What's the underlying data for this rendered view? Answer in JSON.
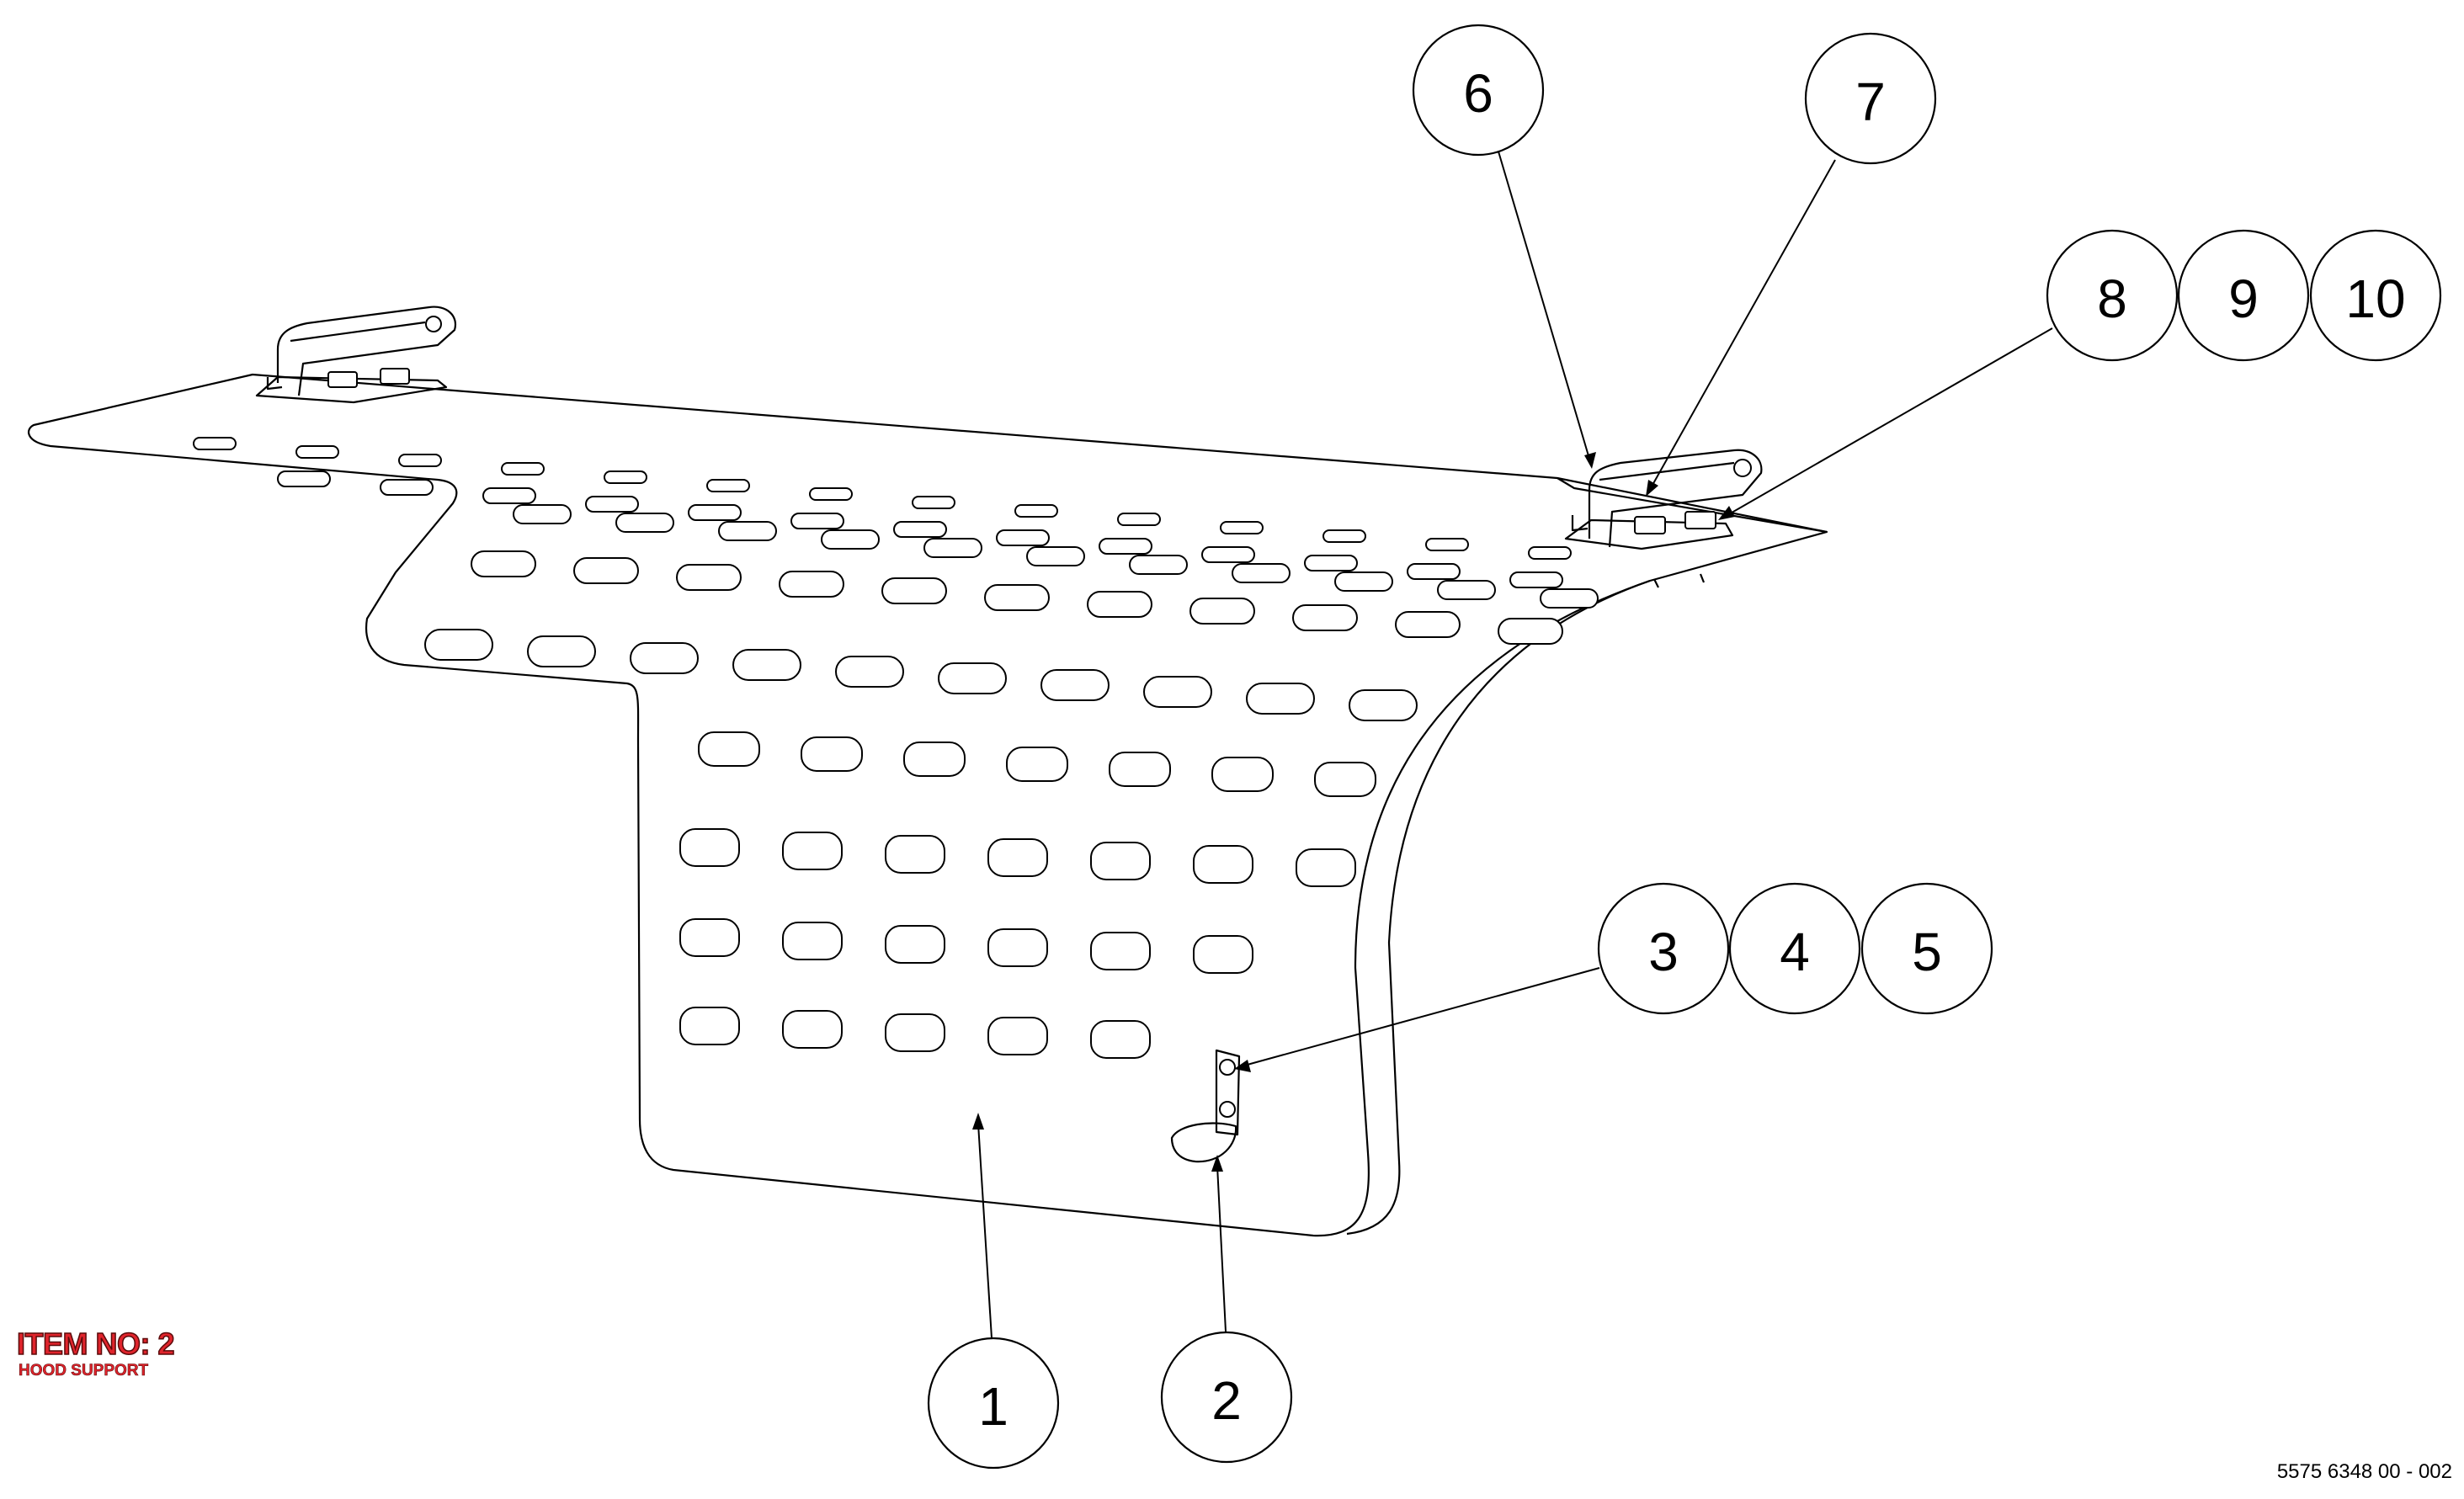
{
  "drawing": {
    "item_label": "ITEM NO: 2",
    "item_name": "HOOD SUPPORT",
    "document_number": "5575 6348 00 - 002",
    "line_color": "#000000",
    "label_color": "#e0242c"
  },
  "balloons": [
    {
      "id": "b1",
      "label": "1"
    },
    {
      "id": "b2",
      "label": "2"
    },
    {
      "id": "b3",
      "label": "3"
    },
    {
      "id": "b4",
      "label": "4"
    },
    {
      "id": "b5",
      "label": "5"
    },
    {
      "id": "b6",
      "label": "6"
    },
    {
      "id": "b7",
      "label": "7"
    },
    {
      "id": "b8",
      "label": "8"
    },
    {
      "id": "b9",
      "label": "9"
    },
    {
      "id": "b10",
      "label": "10"
    }
  ]
}
